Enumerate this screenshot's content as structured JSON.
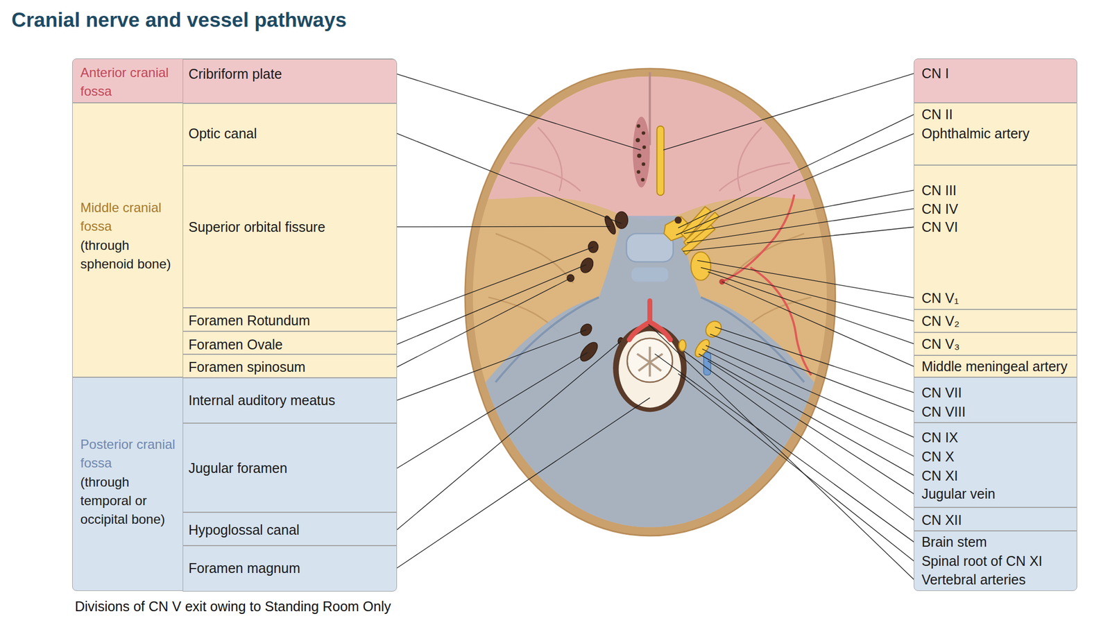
{
  "diagram": {
    "title": "Cranial nerve and vessel pathways",
    "caption": "Divisions of CN V exit owing to Standing Room Only",
    "nodes": [
      {
        "text": [
          "Anterior cranial fossa"
        ]
      },
      {
        "text": [
          "Cribriform plate"
        ],
        "in": 0
      },
      {
        "text": [
          "Middle cranial fossa",
          "(through sphenoid bone)"
        ]
      },
      {
        "text": [
          "Optic canal"
        ],
        "in": 2
      },
      {
        "text": [
          "Superior orbital fissure"
        ],
        "in": 2
      },
      {
        "text": [
          "Foramen Rotundum"
        ],
        "in": 2
      },
      {
        "text": [
          "Foramen Ovale"
        ],
        "in": 2
      },
      {
        "text": [
          "Foramen spinosum"
        ],
        "in": 2
      },
      {
        "text": [
          "Posterior cranial fossa",
          "(through temporal or occipital bone)"
        ]
      },
      {
        "text": [
          "Internal auditory meatus"
        ],
        "in": 8
      },
      {
        "text": [
          "Jugular foramen"
        ],
        "in": 8
      },
      {
        "text": [
          "Hypoglossal canal"
        ],
        "in": 8
      },
      {
        "text": [
          "Foramen magnum"
        ],
        "in": 8
      },
      {
        "text": [
          "CN I"
        ]
      },
      {
        "text": [
          "CN II",
          "Ophthalmic artery"
        ]
      },
      {
        "text": [
          "CN III",
          "CN IV",
          "CN VI",
          "CN V₁"
        ]
      },
      {
        "text": [
          "CN V₂"
        ]
      },
      {
        "text": [
          "CN V₃"
        ]
      },
      {
        "text": [
          "Middle meningeal artery"
        ]
      },
      {
        "text": [
          "CN VII",
          "CN VIII"
        ]
      },
      {
        "text": [
          "CN IX",
          "CN X",
          "CN XI",
          "Jugular vein"
        ]
      },
      {
        "text": [
          "CN XII"
        ]
      },
      {
        "text": [
          "Brain stem",
          "Spinal root of CN XI",
          "Vertebral arteries"
        ]
      }
    ]
  }
}
